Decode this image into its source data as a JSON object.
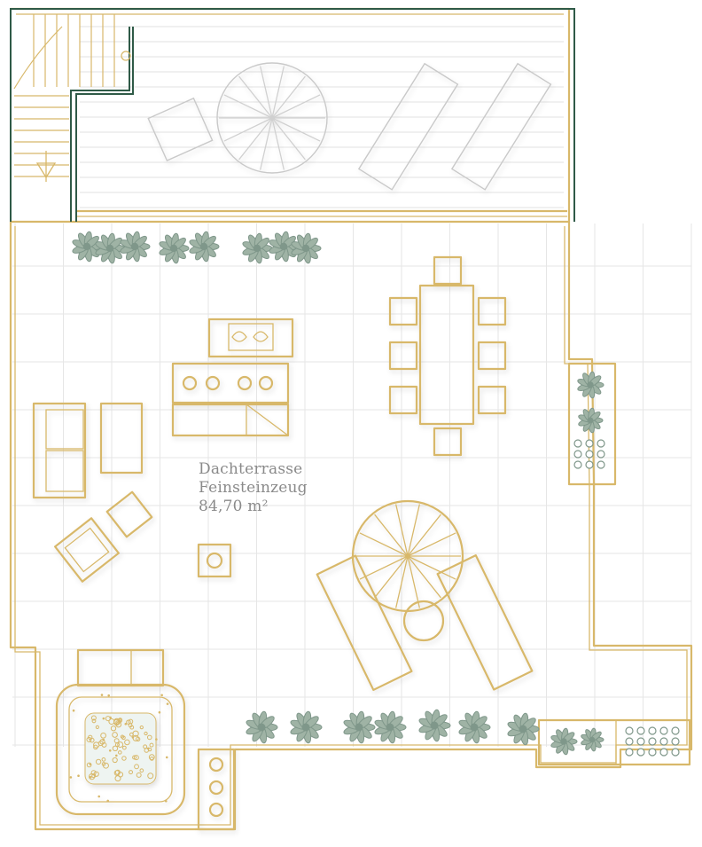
{
  "room": {
    "name": "Dachterrasse",
    "material": "Feinsteinzeug",
    "area": "84,70 m²"
  },
  "colors": {
    "wall_gold": "#d8b86a",
    "stair_wall": "#2f5a47",
    "plants": "#9fb3a5",
    "grid": "#e6e6e6",
    "deck": "#c9c9c9",
    "label": "#8a8a8a"
  }
}
